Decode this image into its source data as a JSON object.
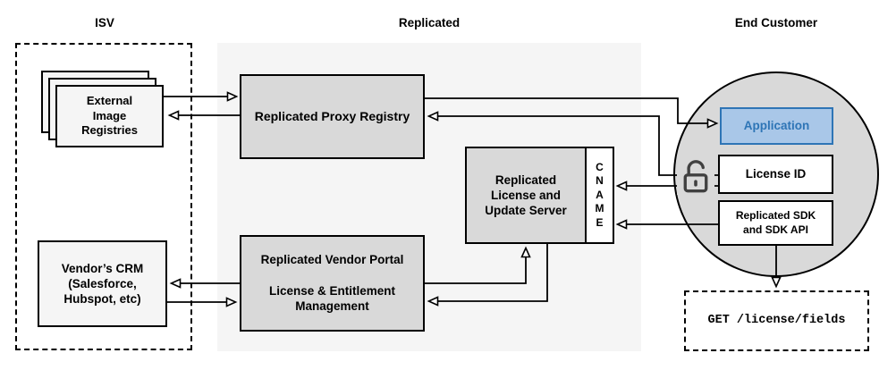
{
  "sections": {
    "isv": {
      "label": "ISV"
    },
    "replicated": {
      "label": "Replicated"
    },
    "end_customer": {
      "label": "End Customer"
    }
  },
  "nodes": {
    "external_registries": {
      "label": "External\nImage\nRegistries"
    },
    "proxy_registry": {
      "label": "Replicated Proxy Registry"
    },
    "license_update_server": {
      "label": "Replicated\nLicense and\nUpdate Server"
    },
    "cname": {
      "label": "C\nN\nA\nM\nE"
    },
    "vendor_portal": {
      "label": "Replicated Vendor Portal\n\nLicense & Entitlement\nManagement"
    },
    "vendor_crm": {
      "label": "Vendor’s CRM\n(Salesforce,\nHubspot, etc)"
    },
    "application": {
      "label": "Application"
    },
    "license_id": {
      "label": "License ID"
    },
    "replicated_sdk": {
      "label": "Replicated SDK\nand SDK API"
    },
    "get_endpoint": {
      "label": "GET /license/fields"
    }
  },
  "icons": {
    "unlock": "open-padlock"
  },
  "colors": {
    "node_fill": "#D9D9D9",
    "container_fill": "#F5F5F5",
    "accent_blue_fill": "#A9C7E8",
    "accent_blue_border": "#2E75B6",
    "line": "#000000"
  }
}
